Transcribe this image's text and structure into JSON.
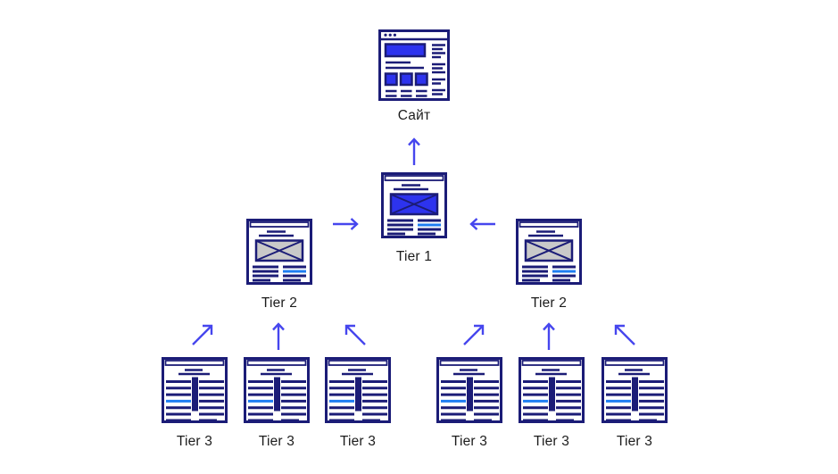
{
  "diagram": {
    "site": {
      "label": "Сайт",
      "icon": "website-wireframe-icon"
    },
    "tier1": {
      "label": "Tier 1",
      "icon": "article-page-blue-image-icon"
    },
    "tier2": [
      {
        "label": "Tier 2",
        "icon": "article-page-gray-image-icon"
      },
      {
        "label": "Tier 2",
        "icon": "article-page-gray-image-icon"
      }
    ],
    "tier3": [
      {
        "label": "Tier 3",
        "icon": "text-article-page-icon"
      },
      {
        "label": "Tier 3",
        "icon": "text-article-page-icon"
      },
      {
        "label": "Tier 3",
        "icon": "text-article-page-icon"
      },
      {
        "label": "Tier 3",
        "icon": "text-article-page-icon"
      },
      {
        "label": "Tier 3",
        "icon": "text-article-page-icon"
      },
      {
        "label": "Tier 3",
        "icon": "text-article-page-icon"
      }
    ],
    "arrows": [
      {
        "from": "Tier 1",
        "to": "Сайт",
        "direction": "up"
      },
      {
        "from": "Tier 2 left",
        "to": "Tier 1",
        "direction": "right"
      },
      {
        "from": "Tier 2 right",
        "to": "Tier 1",
        "direction": "left"
      },
      {
        "from": "Tier 3 #1",
        "to": "Tier 2 left",
        "direction": "up-right"
      },
      {
        "from": "Tier 3 #2",
        "to": "Tier 2 left",
        "direction": "up"
      },
      {
        "from": "Tier 3 #3",
        "to": "Tier 2 left",
        "direction": "up-left"
      },
      {
        "from": "Tier 3 #4",
        "to": "Tier 2 right",
        "direction": "up-right"
      },
      {
        "from": "Tier 3 #5",
        "to": "Tier 2 right",
        "direction": "up"
      },
      {
        "from": "Tier 3 #6",
        "to": "Tier 2 right",
        "direction": "up-left"
      }
    ],
    "colors": {
      "outline": "#1b1c77",
      "fill_blue": "#2d33ee",
      "fill_gray": "#c9c9c9",
      "accent": "#1e7ef2",
      "arrow": "#4646ee",
      "label_text": "#1c1c1c",
      "background": "#ffffff"
    }
  }
}
